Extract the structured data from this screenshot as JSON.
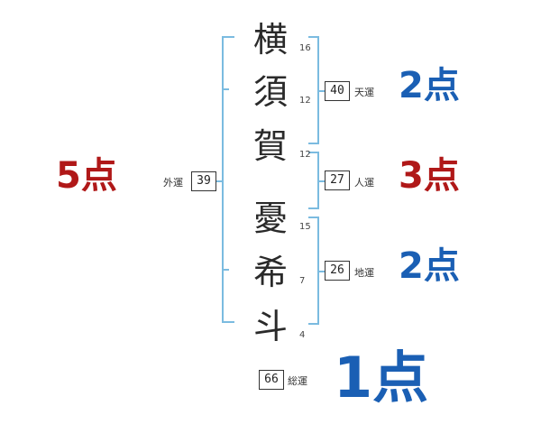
{
  "name_chars": [
    {
      "char": "横",
      "strokes": "16"
    },
    {
      "char": "須",
      "strokes": "12"
    },
    {
      "char": "賀",
      "strokes": "12"
    },
    {
      "char": "憂",
      "strokes": "15"
    },
    {
      "char": "希",
      "strokes": "7"
    },
    {
      "char": "斗",
      "strokes": "4"
    }
  ],
  "fortunes": {
    "gaiun": {
      "label": "外運",
      "value": "39",
      "score": "5点"
    },
    "tenun": {
      "label": "天運",
      "value": "40",
      "score": "2点"
    },
    "jinun": {
      "label": "人運",
      "value": "27",
      "score": "3点"
    },
    "chiun": {
      "label": "地運",
      "value": "26",
      "score": "2点"
    },
    "souun": {
      "label": "総運",
      "value": "66",
      "score": "1点"
    }
  },
  "colors": {
    "red": "#b01818",
    "blue": "#1a5fb4",
    "bracket": "#7bbbe0"
  }
}
